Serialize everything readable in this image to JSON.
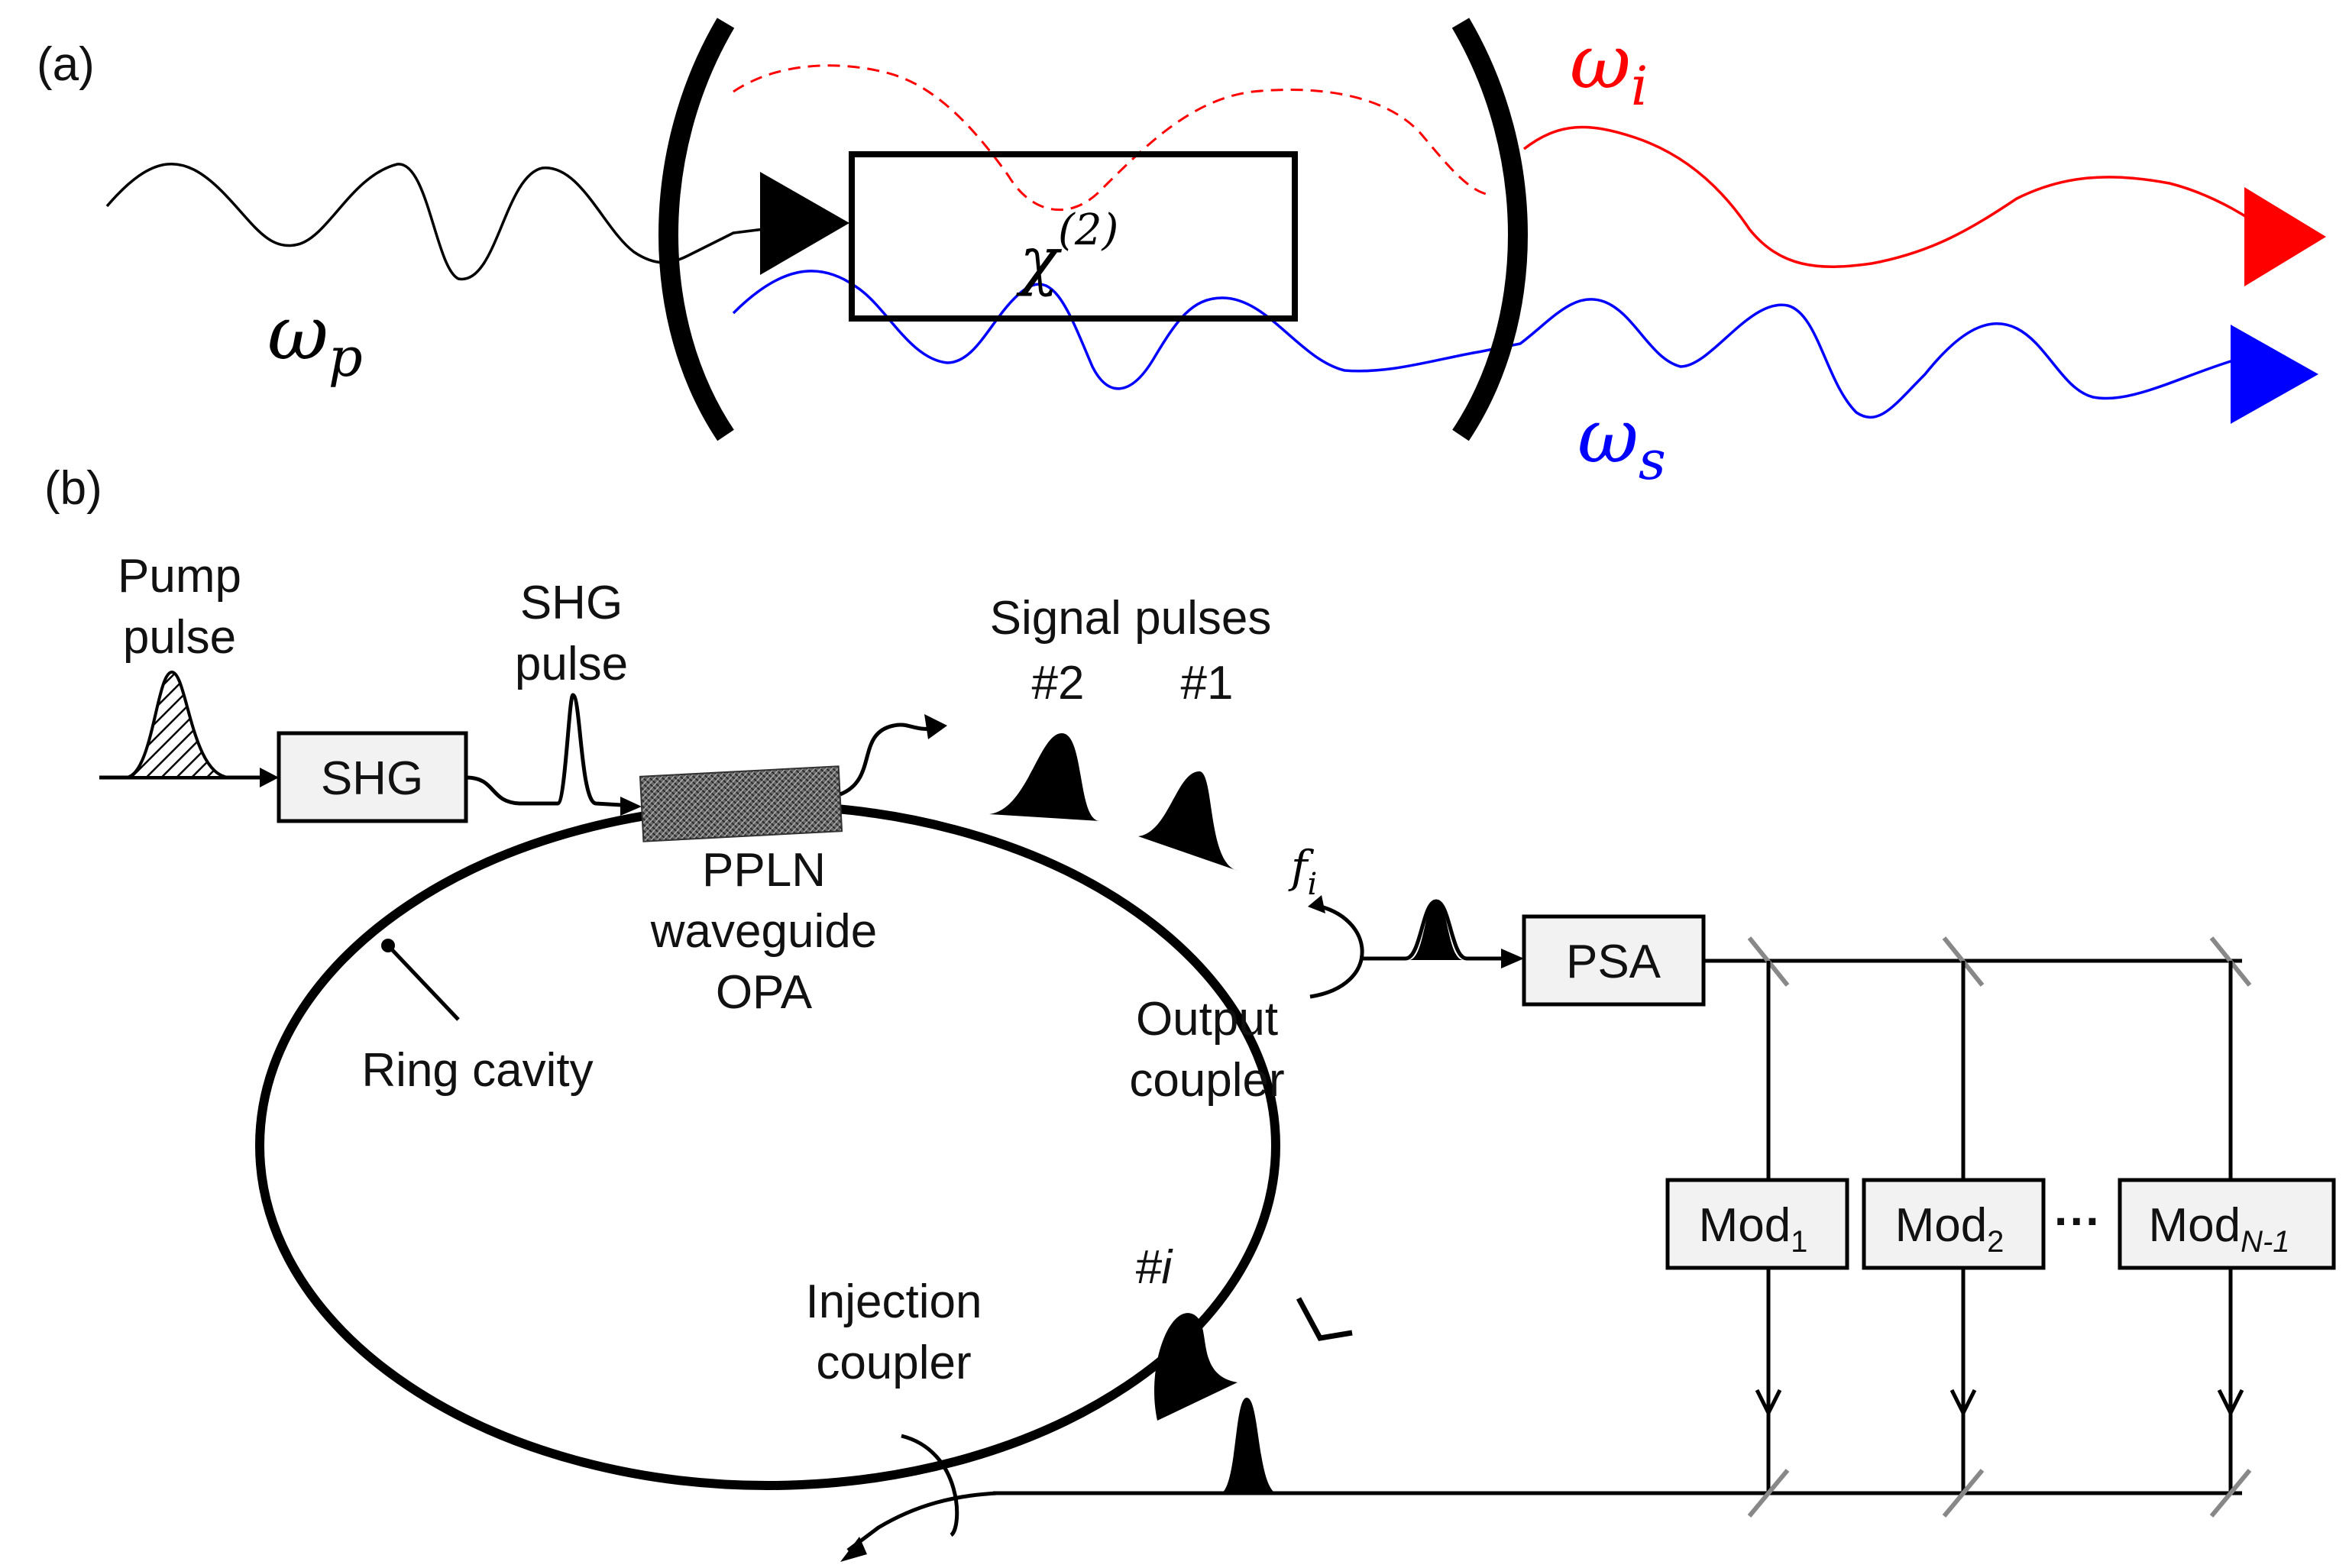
{
  "panel_a": {
    "label": "(a)",
    "crystal_label": "χ",
    "crystal_superscript": "(2)",
    "pump": "ω",
    "pump_sub": "p",
    "idler": "ω",
    "idler_sub": "i",
    "signal": "ω",
    "signal_sub": "s",
    "colors": {
      "pump": "#000000",
      "idler": "#ff0000",
      "signal": "#0000ff"
    }
  },
  "panel_b": {
    "label": "(b)",
    "pump_pulse_line1": "Pump",
    "pump_pulse_line2": "pulse",
    "shg_box": "SHG",
    "shg_pulse_line1": "SHG",
    "shg_pulse_line2": "pulse",
    "signal_pulses": "Signal pulses",
    "pulse_2": "#2",
    "pulse_1": "#1",
    "ppln_line1": "PPLN",
    "ppln_line2": "waveguide",
    "ppln_line3": "OPA",
    "ring_cavity": "Ring cavity",
    "output_coupler_line1": "Output",
    "output_coupler_line2": "coupler",
    "f_i": "f",
    "f_i_sub": "i",
    "psa_box": "PSA",
    "pulse_i": "#i",
    "injection_line1": "Injection",
    "injection_line2": "coupler",
    "mod_prefix": "Mod",
    "mods": [
      {
        "sub": "1"
      },
      {
        "sub": "2"
      },
      {
        "sub": "N-1"
      }
    ],
    "ellipsis": "···"
  }
}
